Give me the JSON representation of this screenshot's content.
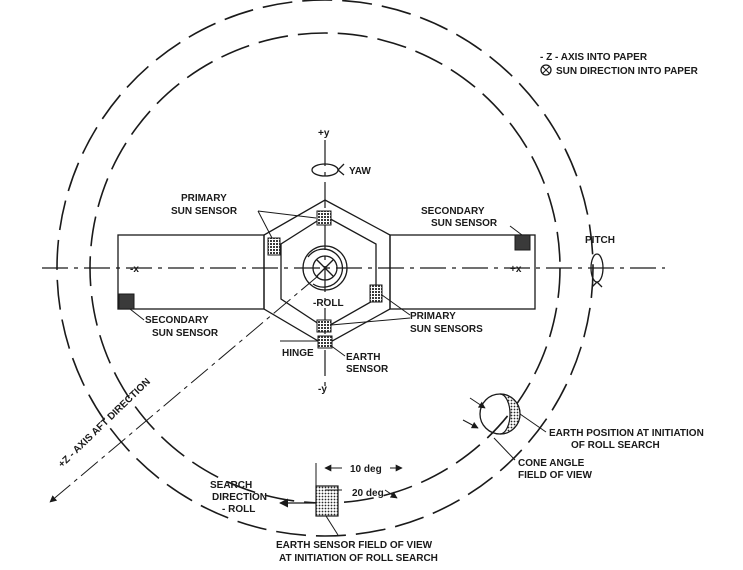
{
  "legend": {
    "z_axis": "- z - AXIS INTO PAPER",
    "sun_direction": "SUN DIRECTION INTO PAPER"
  },
  "axes": {
    "plus_y": "+y",
    "minus_y": "-y",
    "minus_x": "-x",
    "plus_x": "+x",
    "plus_z_aft": "+z - AXIS AFT DIRECTION"
  },
  "motions": {
    "yaw": "YAW",
    "pitch": "PITCH",
    "roll": "-ROLL"
  },
  "labels": {
    "primary_sun_sensor": [
      "PRIMARY",
      "SUN SENSOR"
    ],
    "secondary_sun_sensor_right": [
      "SECONDARY",
      "SUN SENSOR"
    ],
    "secondary_sun_sensor_left": [
      "SECONDARY",
      "SUN SENSOR"
    ],
    "primary_sun_sensors": [
      "PRIMARY",
      "SUN SENSORS"
    ],
    "hinge": "HINGE",
    "earth_sensor": [
      "EARTH",
      "SENSOR"
    ],
    "earth_position": [
      "EARTH POSITION AT INITIATION",
      "OF ROLL SEARCH"
    ],
    "cone_angle": [
      "CONE ANGLE",
      "FIELD OF VIEW"
    ],
    "search_direction": [
      "SEARCH",
      "DIRECTION",
      "- ROLL"
    ],
    "earth_sensor_fov": [
      "EARTH SENSOR FIELD OF VIEW",
      "AT INITIATION OF ROLL SEARCH"
    ],
    "angle_10": "10 deg",
    "angle_20": "20 deg"
  }
}
